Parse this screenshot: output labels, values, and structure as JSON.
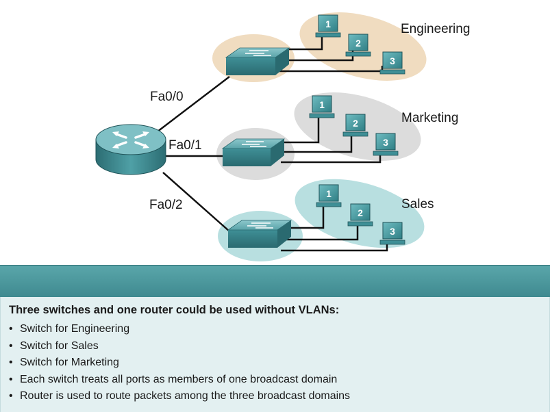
{
  "diagram": {
    "router_ports": [
      "Fa0/0",
      "Fa0/1",
      "Fa0/2"
    ],
    "groups": [
      {
        "name": "Engineering",
        "color": "#f0dcc0",
        "pcs": [
          "1",
          "2",
          "3"
        ]
      },
      {
        "name": "Marketing",
        "color": "#dcdcdc",
        "pcs": [
          "1",
          "2",
          "3"
        ]
      },
      {
        "name": "Sales",
        "color": "#b8dfe0",
        "pcs": [
          "1",
          "2",
          "3"
        ]
      }
    ],
    "device_color": "#3f8f96"
  },
  "notes": {
    "heading": "Three switches and one router could be used without VLANs:",
    "items": [
      "Switch for Engineering",
      "Switch for Sales",
      "Switch for Marketing",
      "Each switch treats all ports as members of one broadcast domain",
      "Router is used to route packets among the three broadcast domains"
    ]
  }
}
